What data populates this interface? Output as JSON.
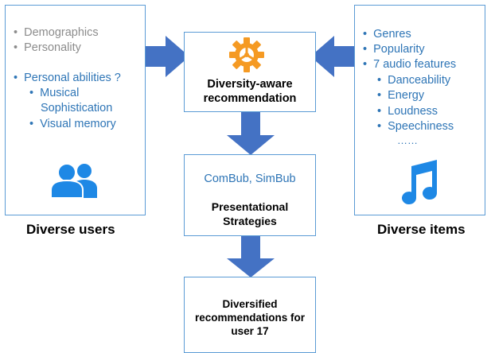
{
  "users_box": {
    "items": [
      "Demographics",
      "Personality"
    ],
    "abilities_label": "Personal abilities ?",
    "abilities": [
      "Musical",
      "Sophistication",
      "Visual memory"
    ],
    "caption": "Diverse users",
    "icon": "users-icon"
  },
  "items_box": {
    "items": [
      "Genres",
      "Popularity",
      "7 audio features"
    ],
    "features": [
      "Danceability",
      "Energy",
      "Loudness",
      "Speechiness"
    ],
    "ellipsis": "……",
    "caption": "Diverse items",
    "icon": "music-note-icon"
  },
  "recommendation_box": {
    "label_line1": "Diversity-aware",
    "label_line2": "recommendation",
    "icon": "gear-icon"
  },
  "strategies_box": {
    "methods": "ComBub, SimBub",
    "label_line1": "Presentational",
    "label_line2": "Strategies"
  },
  "output_box": {
    "line1": "Diversified",
    "line2": "recommendations for",
    "line3": "user 17"
  },
  "colors": {
    "border": "#5b9bd5",
    "arrow": "#4472c4",
    "icon_blue": "#1e88e5",
    "gear_orange": "#f59a23",
    "text_blue": "#2e75b6",
    "text_gray": "#8c8c8c"
  }
}
